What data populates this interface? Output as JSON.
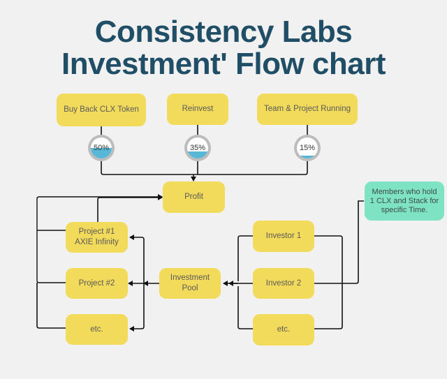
{
  "title": {
    "line1": "Consistency Labs",
    "line2": "Investment' Flow chart"
  },
  "top_boxes": [
    {
      "label": "Buy Back CLX Token",
      "percent_label": "50%",
      "fill": 0.5
    },
    {
      "label": "Reinvest",
      "percent_label": "35%",
      "fill": 0.35
    },
    {
      "label": "Team & Project Running",
      "percent_label": "15%",
      "fill": 0.15
    }
  ],
  "profit": "Profit",
  "projects": [
    "Project #1\nAXIE Infinity",
    "Project #2",
    "etc."
  ],
  "investment_pool": "Investment\nPool",
  "investors": [
    "Investor 1",
    "Investor 2",
    "etc."
  ],
  "note": "Members who hold 1 CLX and Stack for specific Time.",
  "colors": {
    "title": "#1f4e66",
    "box": "#f2da5b",
    "note": "#7ee3c2",
    "gauge_fill": "#58b7d6",
    "connector": "#111111"
  }
}
